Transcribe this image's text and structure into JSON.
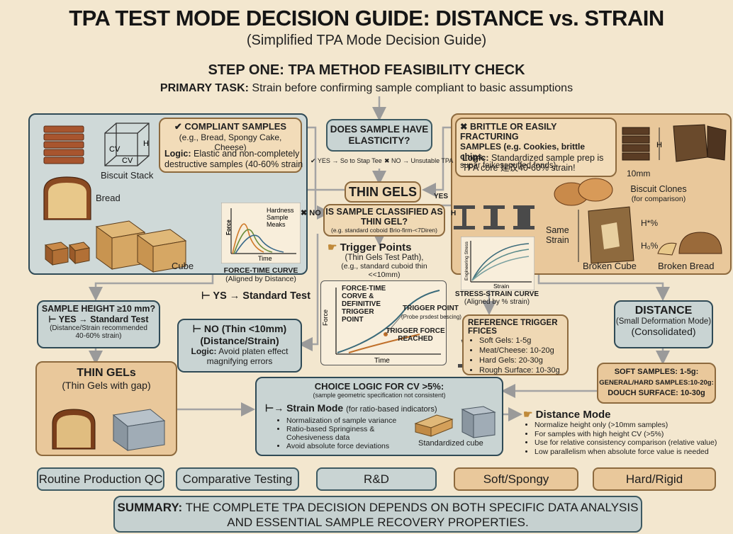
{
  "header": {
    "title": "TPA TEST MODE DECISION GUIDE: DISTANCE vs. STRAIN",
    "subtitle": "(Simplified TPA Mode Decision Guide)",
    "step": "STEP ONE: TPA METHOD FEASIBILITY CHECK",
    "primary_label": "PRIMARY TASK:",
    "primary_text": "Strain before confirming sample compliant to basic assumptions"
  },
  "left_panel": {
    "compliant_title": "✔ COMPLIANT SAMPLES",
    "compliant_examples": "(e.g., Bread, Spongy Cake, Cheese)",
    "logic_label": "Logic:",
    "logic_text": "Elastic and non-completely destructive samples (40-60% strain",
    "biscuit_label": "Biscuit Stack",
    "bread_label": "Bread",
    "cube_label": "Cube",
    "cv1": "CV",
    "cv2": "CV",
    "h": "H"
  },
  "right_panel": {
    "brittle_title": "✖ BRITTLE OR EASILY FRACTURING",
    "brittle_line2": "SAMPLES (e.g. Cookies, brittle chips,",
    "brittle_line3": "supar feikes, puffed fonds)",
    "logic_label": "Logic:",
    "logic_text": "Standardized sample prep is TPA core 建议40-60% strain!",
    "mm_label": "10mm",
    "biscuit_clones": "Biscuit Clones",
    "for_comparison": "(for comparison)",
    "same_strain_1": "Same",
    "same_strain_2": "Strain",
    "h_pct": "H*%",
    "h0_pct": "H₀%",
    "broken_cube": "Broken Cube",
    "broken_bread": "Broken Bread",
    "h": "H"
  },
  "center": {
    "elasticity_q": "DOES SAMPLE HAVE ELASTICITY?",
    "yes_note": "✔ YES → So to Stap Tee",
    "no_note": "✖ NO → Unsutable TPA",
    "thin_gels": "THIN GELS",
    "yes_small": "YES",
    "no_small": "✖ NO",
    "thin_gel_q": "IS SAMPLE CLASSIFIED AS THIN GEL?",
    "thin_gel_eg": "(e.g. standard coboid Brio-firm-<7Diren)",
    "trigger_title": "Trigger Points",
    "trigger_sub1": "(Thin Gels Test Path),",
    "trigger_sub2": "(e.g., standard cuboid thin <<10mm)",
    "h_plate": "H",
    "yes_standard": "⊢ YS → Standard Test"
  },
  "force_time_small": {
    "series": [
      "Hardness",
      "Sample",
      "Meaks"
    ],
    "xlabel": "Time",
    "ylabel": "Force",
    "caption1": "FORCE-TIME CURVE",
    "caption2": "(Aligned by Distance)"
  },
  "stress_strain": {
    "ylabel": "Engineering Stress",
    "xlabel": "Strain",
    "caption1": "STRESS-STRAIN CURVE",
    "caption2": "(Aligned by % strain)"
  },
  "force_time_big": {
    "label1": "FORCE-TIME",
    "label2": "CORVE &",
    "label3": "DEFINITIVE",
    "label4": "TRIGGER",
    "label5": "POINT",
    "trigger_point": "TRIGGER POINT",
    "probe_note": "(Probe prsdest bescing)",
    "trigger_force": "TRIGGER FORCE",
    "reached": "REACHED",
    "xlabel": "Time",
    "ylabel": "Force"
  },
  "reference": {
    "title": "REFERENCE TRIGGER FFICES",
    "items": [
      "Soft Gels: 1-5g",
      "Meat/Cheese: 10-20g",
      "Hard Gels: 20-30g",
      "Rough Surface: 10-30g"
    ]
  },
  "sample_height": {
    "title": "SAMPLE HEIGHT ≥10 mm?",
    "yes": "⊢ YES → Standard Test",
    "note1": "(Distance/Strain recommended",
    "note2": "40-60% strain)"
  },
  "no_thin": {
    "title1": "⊢ NO (Thin <10mm)",
    "title2": "(Distance/Strain)",
    "logic_label": "Logic:",
    "logic_text": "Avoid platen effect magnifying errors"
  },
  "thin_gels_box": {
    "title": "THIN GELs",
    "sub": "(Thin Gels with gap)"
  },
  "distance_box": {
    "title": "DISTANCE",
    "sub": "(Small Deformation Mode)",
    "sub2": "(Consolidated)"
  },
  "soft_box": {
    "line1": "SOFT SAMPLES: 1-5g:",
    "line2": "GENERAL/HARD SAMPLES:10-20g:",
    "line3": "DOUCH SURFACE: 10-30g"
  },
  "choice": {
    "title": "CHOICE LOGIC FOR CV >5%:",
    "sub": "(sample geometric specification not consistent)",
    "strain_prefix": "⊢→",
    "strain_title": "Strain Mode",
    "strain_note": "(for ratio-based indicators)",
    "strain_items": [
      "Normalization of sample variance",
      "Ratio-based Springiness & Cohesiveness data",
      "Avoid absolute force deviations"
    ],
    "std_cube": "Standardized cube"
  },
  "distance_mode": {
    "title": "Distance Mode",
    "items": [
      "Normalize height only (>10mm samples)",
      "For samples with high height CV (>5%)",
      "Use for relative consistency comparison (relative value)",
      "Low parallelism when absolute force value is needed"
    ]
  },
  "tags": [
    "Routine Production QC",
    "Comparative Testing",
    "R&D",
    "Soft/Spongy",
    "Hard/Rigid"
  ],
  "summary": {
    "label": "SUMMARY:",
    "line1": "THE COMPLETE TPA DECISION DEPENDS ON BOTH SPECIFIC DATA ANALYSIS",
    "line2": "AND ESSENTIAL SAMPLE RECOVERY PROPERTIES."
  },
  "colors": {
    "teal": "#c9d4d3",
    "tan": "#e9c89b",
    "border": "#3e5a62",
    "arrow": "#9a9a9a"
  }
}
